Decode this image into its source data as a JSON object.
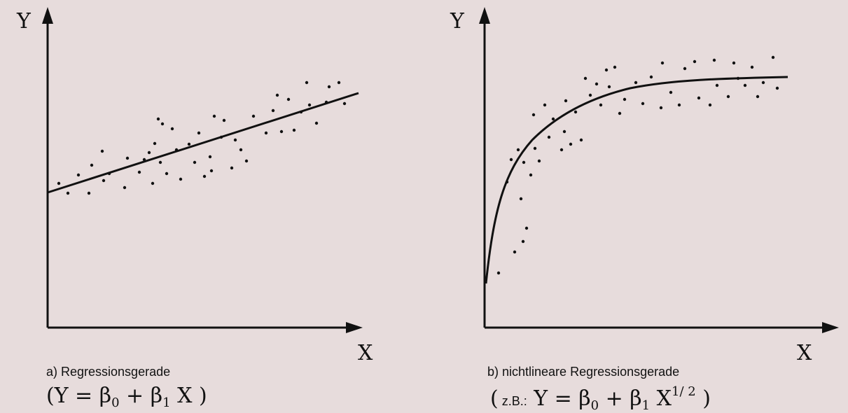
{
  "colors": {
    "background": "#e7dcdc",
    "ink": "#111111"
  },
  "left_panel": {
    "y_label": "Y",
    "x_label": "X",
    "caption": "a) Regressionsgerade",
    "formula": {
      "open": "(Y = β",
      "b0_sub": "0",
      "plus": " + β",
      "b1_sub": "1",
      "close": " X )"
    }
  },
  "right_panel": {
    "y_label": "Y",
    "x_label": "X",
    "caption": "b) nichtlineare Regressionsgerade",
    "formula": {
      "open": "(",
      "zb": " z.B.:",
      "eq": " Y = β",
      "b0_sub": "0",
      "plus": " + β",
      "b1_sub": "1",
      "x": " X",
      "exp": "1/ 2",
      "close": " )"
    }
  },
  "icons": [
    "y-axis-arrow-icon",
    "x-axis-arrow-icon"
  ]
}
